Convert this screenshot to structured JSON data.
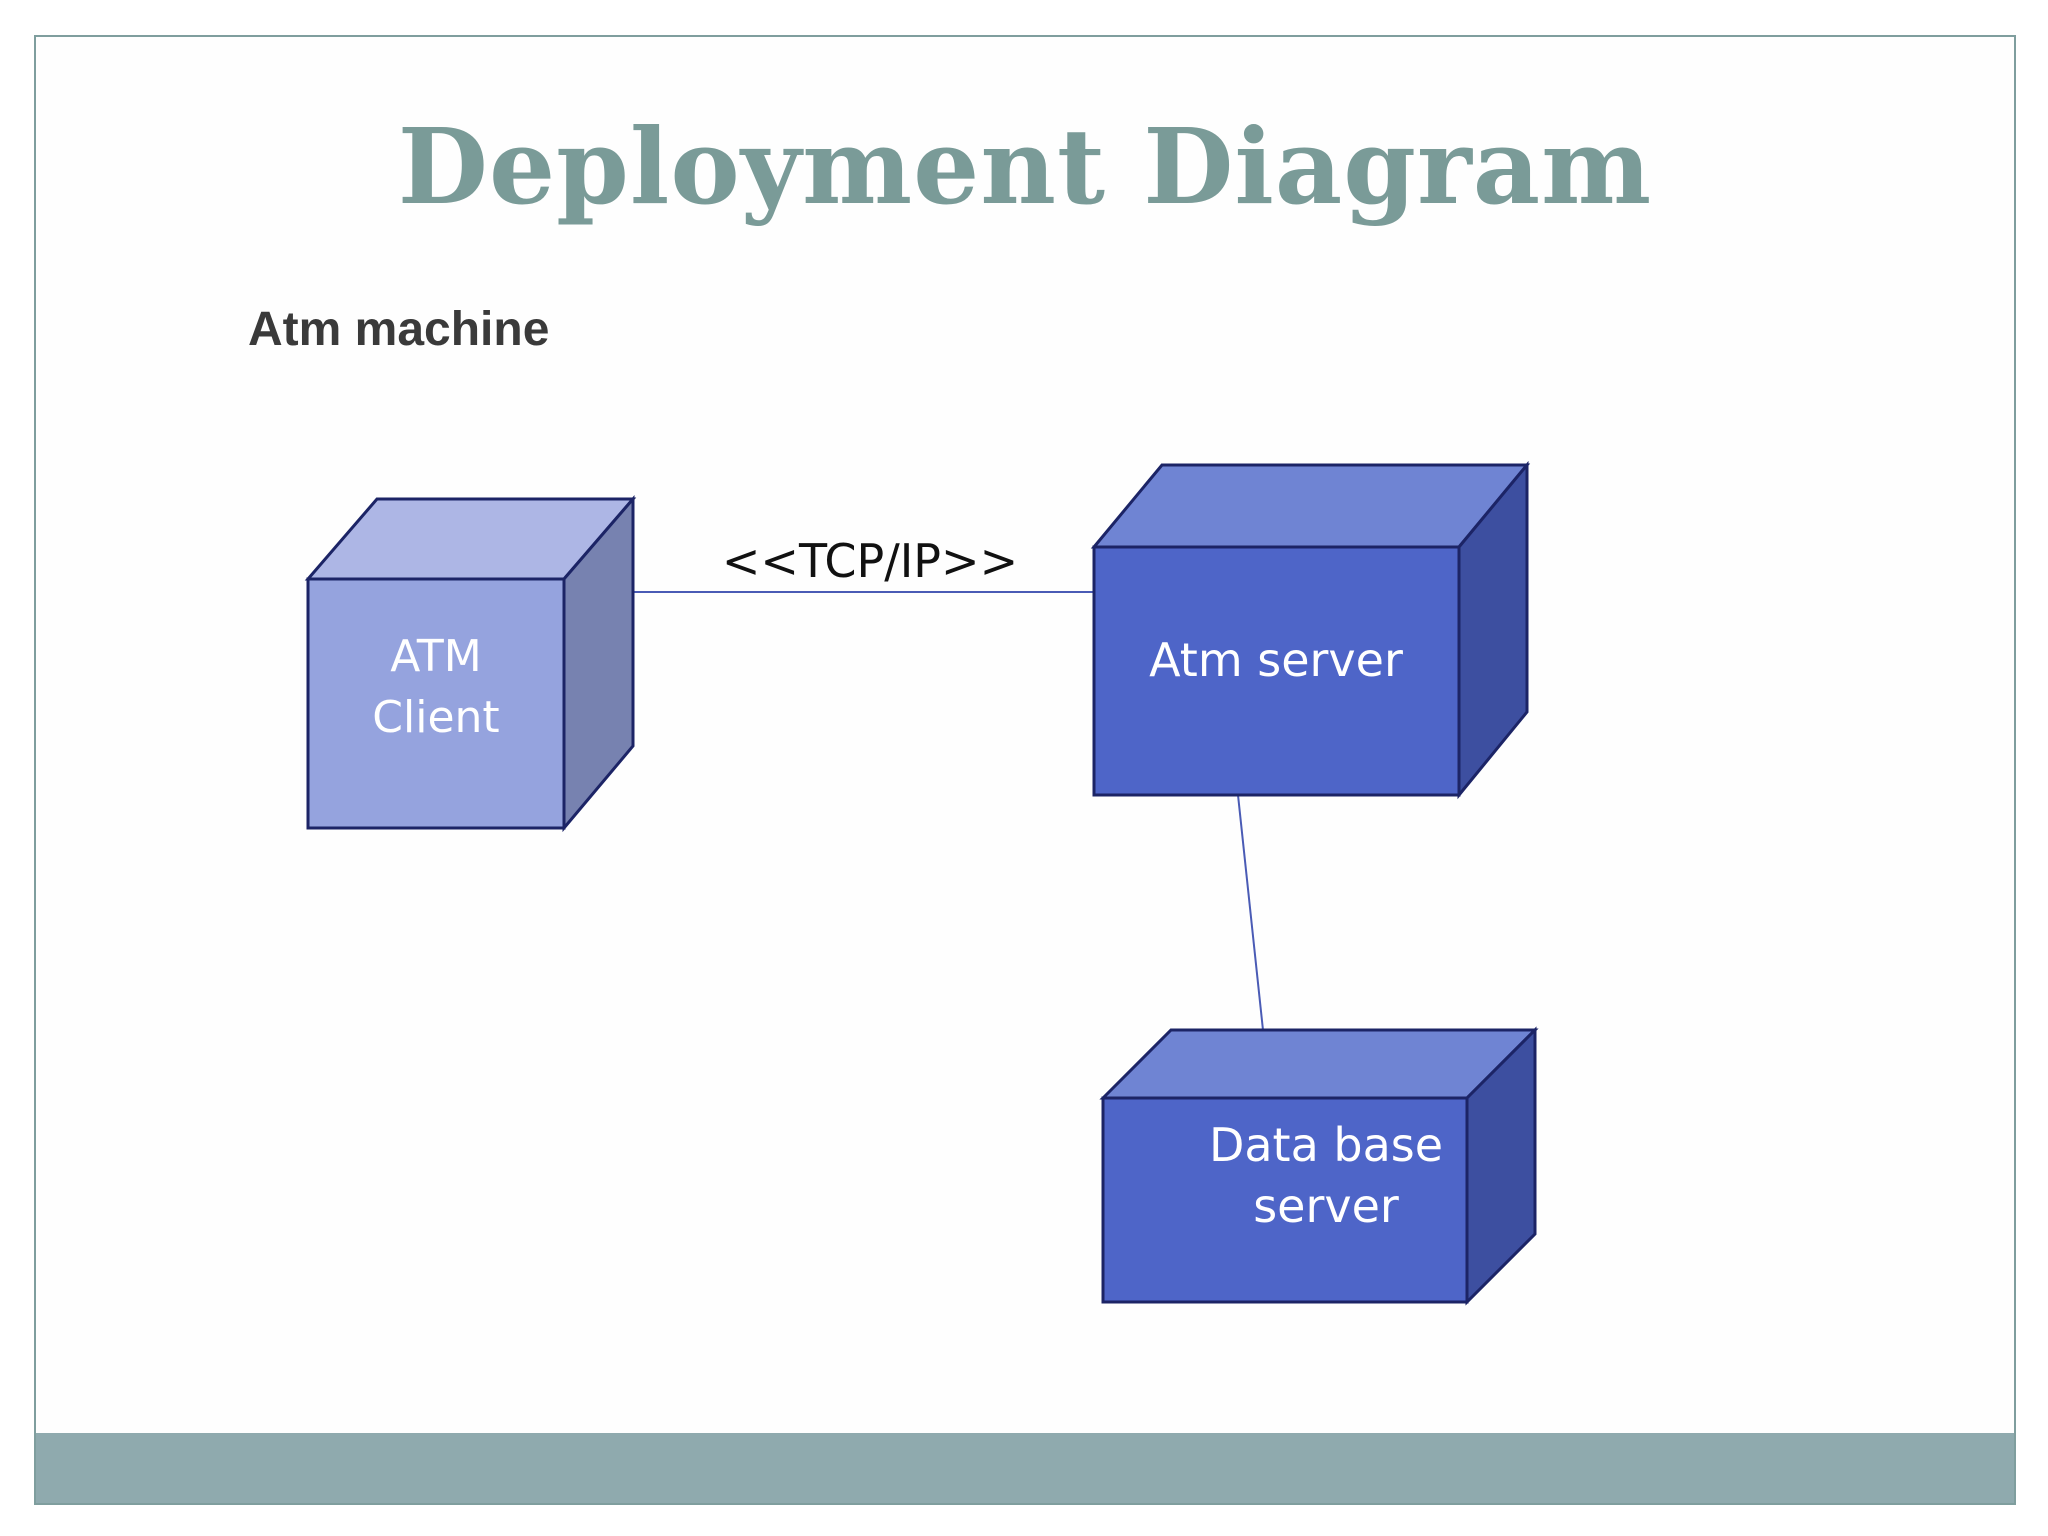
{
  "slide": {
    "title": "Deployment Diagram",
    "subtitle": "Atm machine",
    "footer_color": "#8faaae",
    "title_color": "#7a9b98"
  },
  "diagram": {
    "nodes": [
      {
        "id": "atm-client",
        "lines": [
          "ATM",
          "Client"
        ],
        "front_color": "#95a3de",
        "top_color": "#adb6e5",
        "side_color": "#7782b0"
      },
      {
        "id": "atm-server",
        "lines": [
          "Atm server"
        ],
        "front_color": "#4e65c8",
        "top_color": "#6f84d3",
        "side_color": "#3d4fa0"
      },
      {
        "id": "database-server",
        "lines": [
          "Data base",
          "server"
        ],
        "front_color": "#4e65c8",
        "top_color": "#6f84d3",
        "side_color": "#3d4fa0"
      }
    ],
    "connections": [
      {
        "from": "atm-client",
        "to": "atm-server",
        "label": "<<TCP/IP>>"
      },
      {
        "from": "atm-server",
        "to": "database-server",
        "label": ""
      }
    ],
    "outline_color": "#1c2466",
    "link_color": "#4a5bb5"
  }
}
